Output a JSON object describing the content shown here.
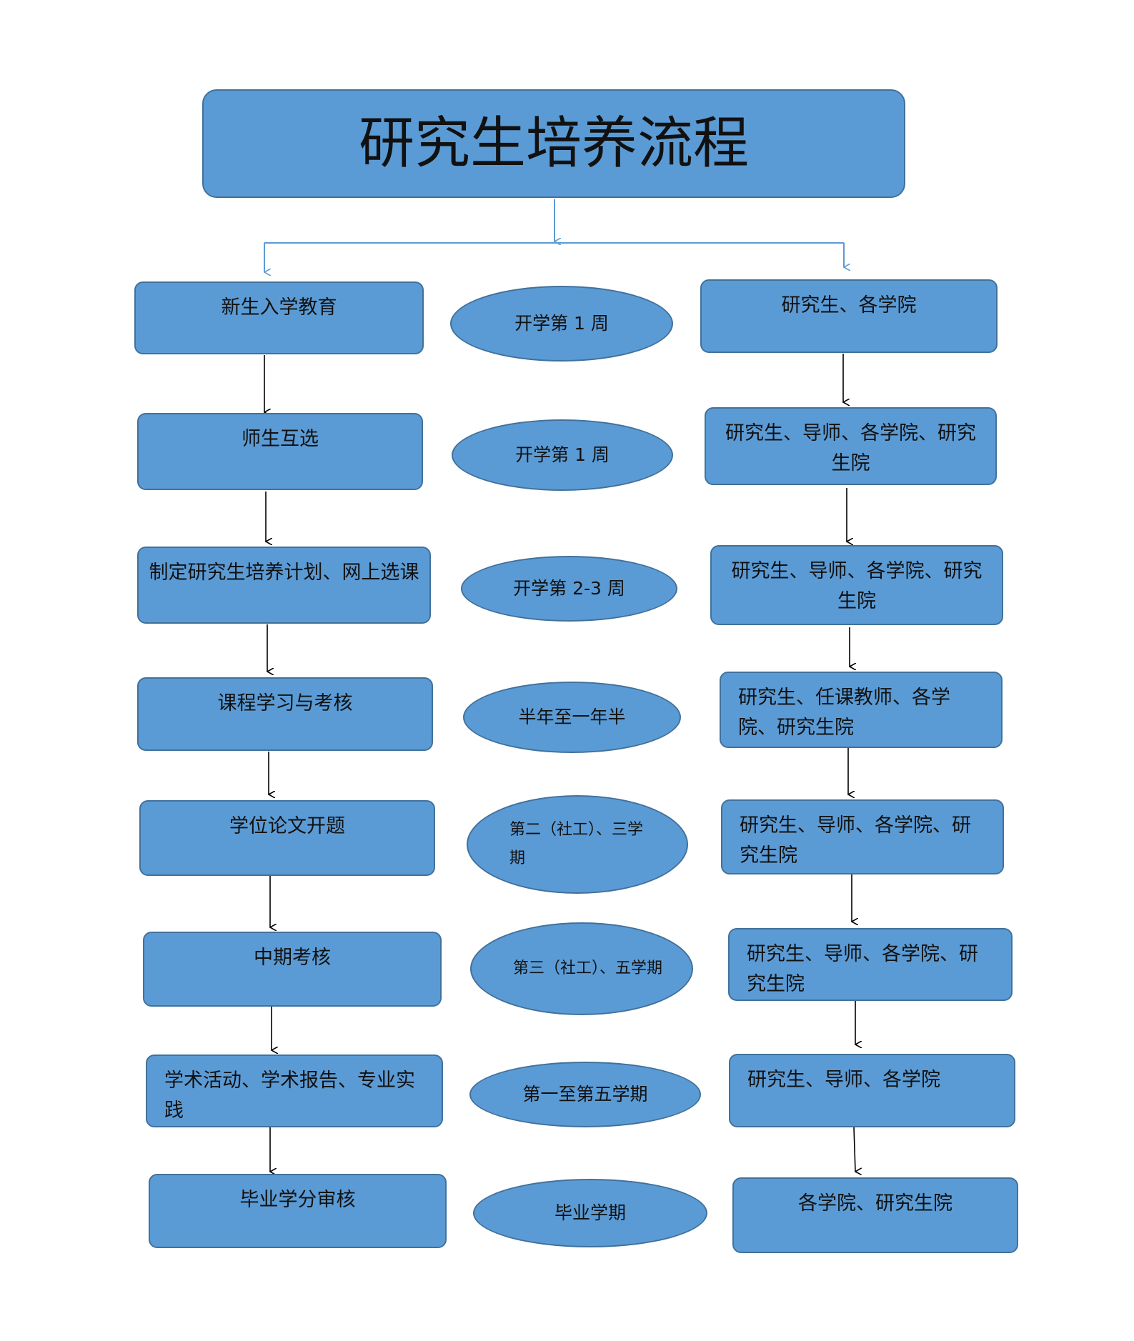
{
  "title": "研究生培养流程",
  "colors": {
    "box_fill": "#5b9bd5",
    "box_border": "#41719c",
    "connector_blue": "#5b9bd5",
    "arrow": "#000000"
  },
  "rows": [
    {
      "step": "新生入学教育",
      "time": "开学第 1 周",
      "responsible": "研究生、各学院"
    },
    {
      "step": "师生互选",
      "time": "开学第 1 周",
      "responsible": "研究生、导师、各学院、研究生院"
    },
    {
      "step": "制定研究生培养计划、网上选课",
      "time": "开学第 2-3 周",
      "responsible": "研究生、导师、各学院、研究生院"
    },
    {
      "step": "课程学习与考核",
      "time": "半年至一年半",
      "responsible": "研究生、任课教师、各学院、研究生院"
    },
    {
      "step": "学位论文开题",
      "time": "第二（社工）、三学期",
      "responsible": "研究生、导师、各学院、研究生院"
    },
    {
      "step": "中期考核",
      "time": "第三（社工）、五学期",
      "responsible": "研究生、导师、各学院、研究生院"
    },
    {
      "step": "学术活动、学术报告、专业实践",
      "time": "第一至第五学期",
      "responsible": "研究生、导师、各学院"
    },
    {
      "step": "毕业学分审核",
      "time": "毕业学期",
      "responsible": "各学院、研究生院"
    }
  ]
}
